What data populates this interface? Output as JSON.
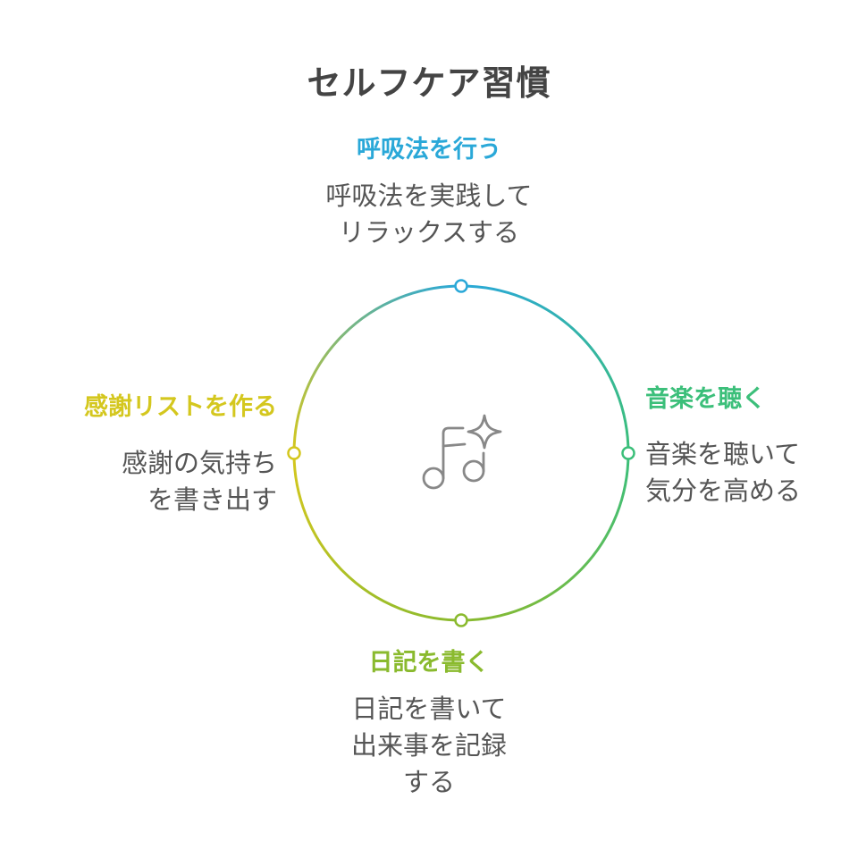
{
  "title": "セルフケア習慣",
  "colors": {
    "top": "#2aa8d8",
    "right": "#3cbf7a",
    "bottom": "#8aba2e",
    "left": "#d4c71e",
    "title": "#444444",
    "text": "#555555",
    "icon": "#888888"
  },
  "center_icon": "music-note-sparkle-icon",
  "items": [
    {
      "id": "top",
      "heading": "呼吸法を行う",
      "description": "呼吸法を実践して\nリラックスする"
    },
    {
      "id": "right",
      "heading": "音楽を聴く",
      "description": "音楽を聴いて\n気分を高める"
    },
    {
      "id": "bottom",
      "heading": "日記を書く",
      "description": "日記を書いて\n出来事を記録\nする"
    },
    {
      "id": "left",
      "heading": "感謝リストを作る",
      "description": "感謝の気持ち\nを書き出す"
    }
  ]
}
